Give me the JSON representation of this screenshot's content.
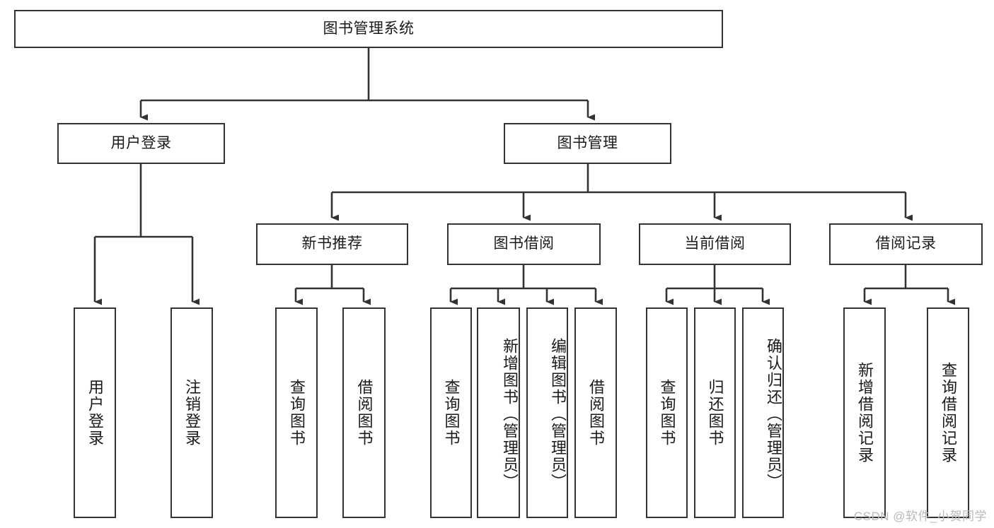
{
  "diagram": {
    "title": "图书管理系统",
    "type": "tree",
    "stroke_color": "#333333",
    "box_fill": "#ffffff",
    "text_color": "#1a1a1a",
    "watermark": "CSDN @软件_小贺同学",
    "levels": {
      "root": {
        "label": "图书管理系统"
      },
      "level2": [
        {
          "label": "用户登录"
        },
        {
          "label": "图书管理"
        }
      ],
      "level3": [
        {
          "label": "新书推荐"
        },
        {
          "label": "图书借阅"
        },
        {
          "label": "当前借阅"
        },
        {
          "label": "借阅记录"
        }
      ],
      "leaves": {
        "user_login": [
          {
            "label": "用户登录"
          },
          {
            "label": "注销登录"
          }
        ],
        "new_book_recommend": [
          {
            "label": "查询图书"
          },
          {
            "label": "借阅图书"
          }
        ],
        "book_borrow": [
          {
            "label": "查询图书"
          },
          {
            "label": "新增图书（管理员）"
          },
          {
            "label": "编辑图书（管理员）"
          },
          {
            "label": "借阅图书"
          }
        ],
        "current_borrow": [
          {
            "label": "查询图书"
          },
          {
            "label": "归还图书"
          },
          {
            "label": "确认归还（管理员）"
          }
        ],
        "borrow_record": [
          {
            "label": "新增借阅记录"
          },
          {
            "label": "查询借阅记录"
          }
        ]
      }
    }
  }
}
